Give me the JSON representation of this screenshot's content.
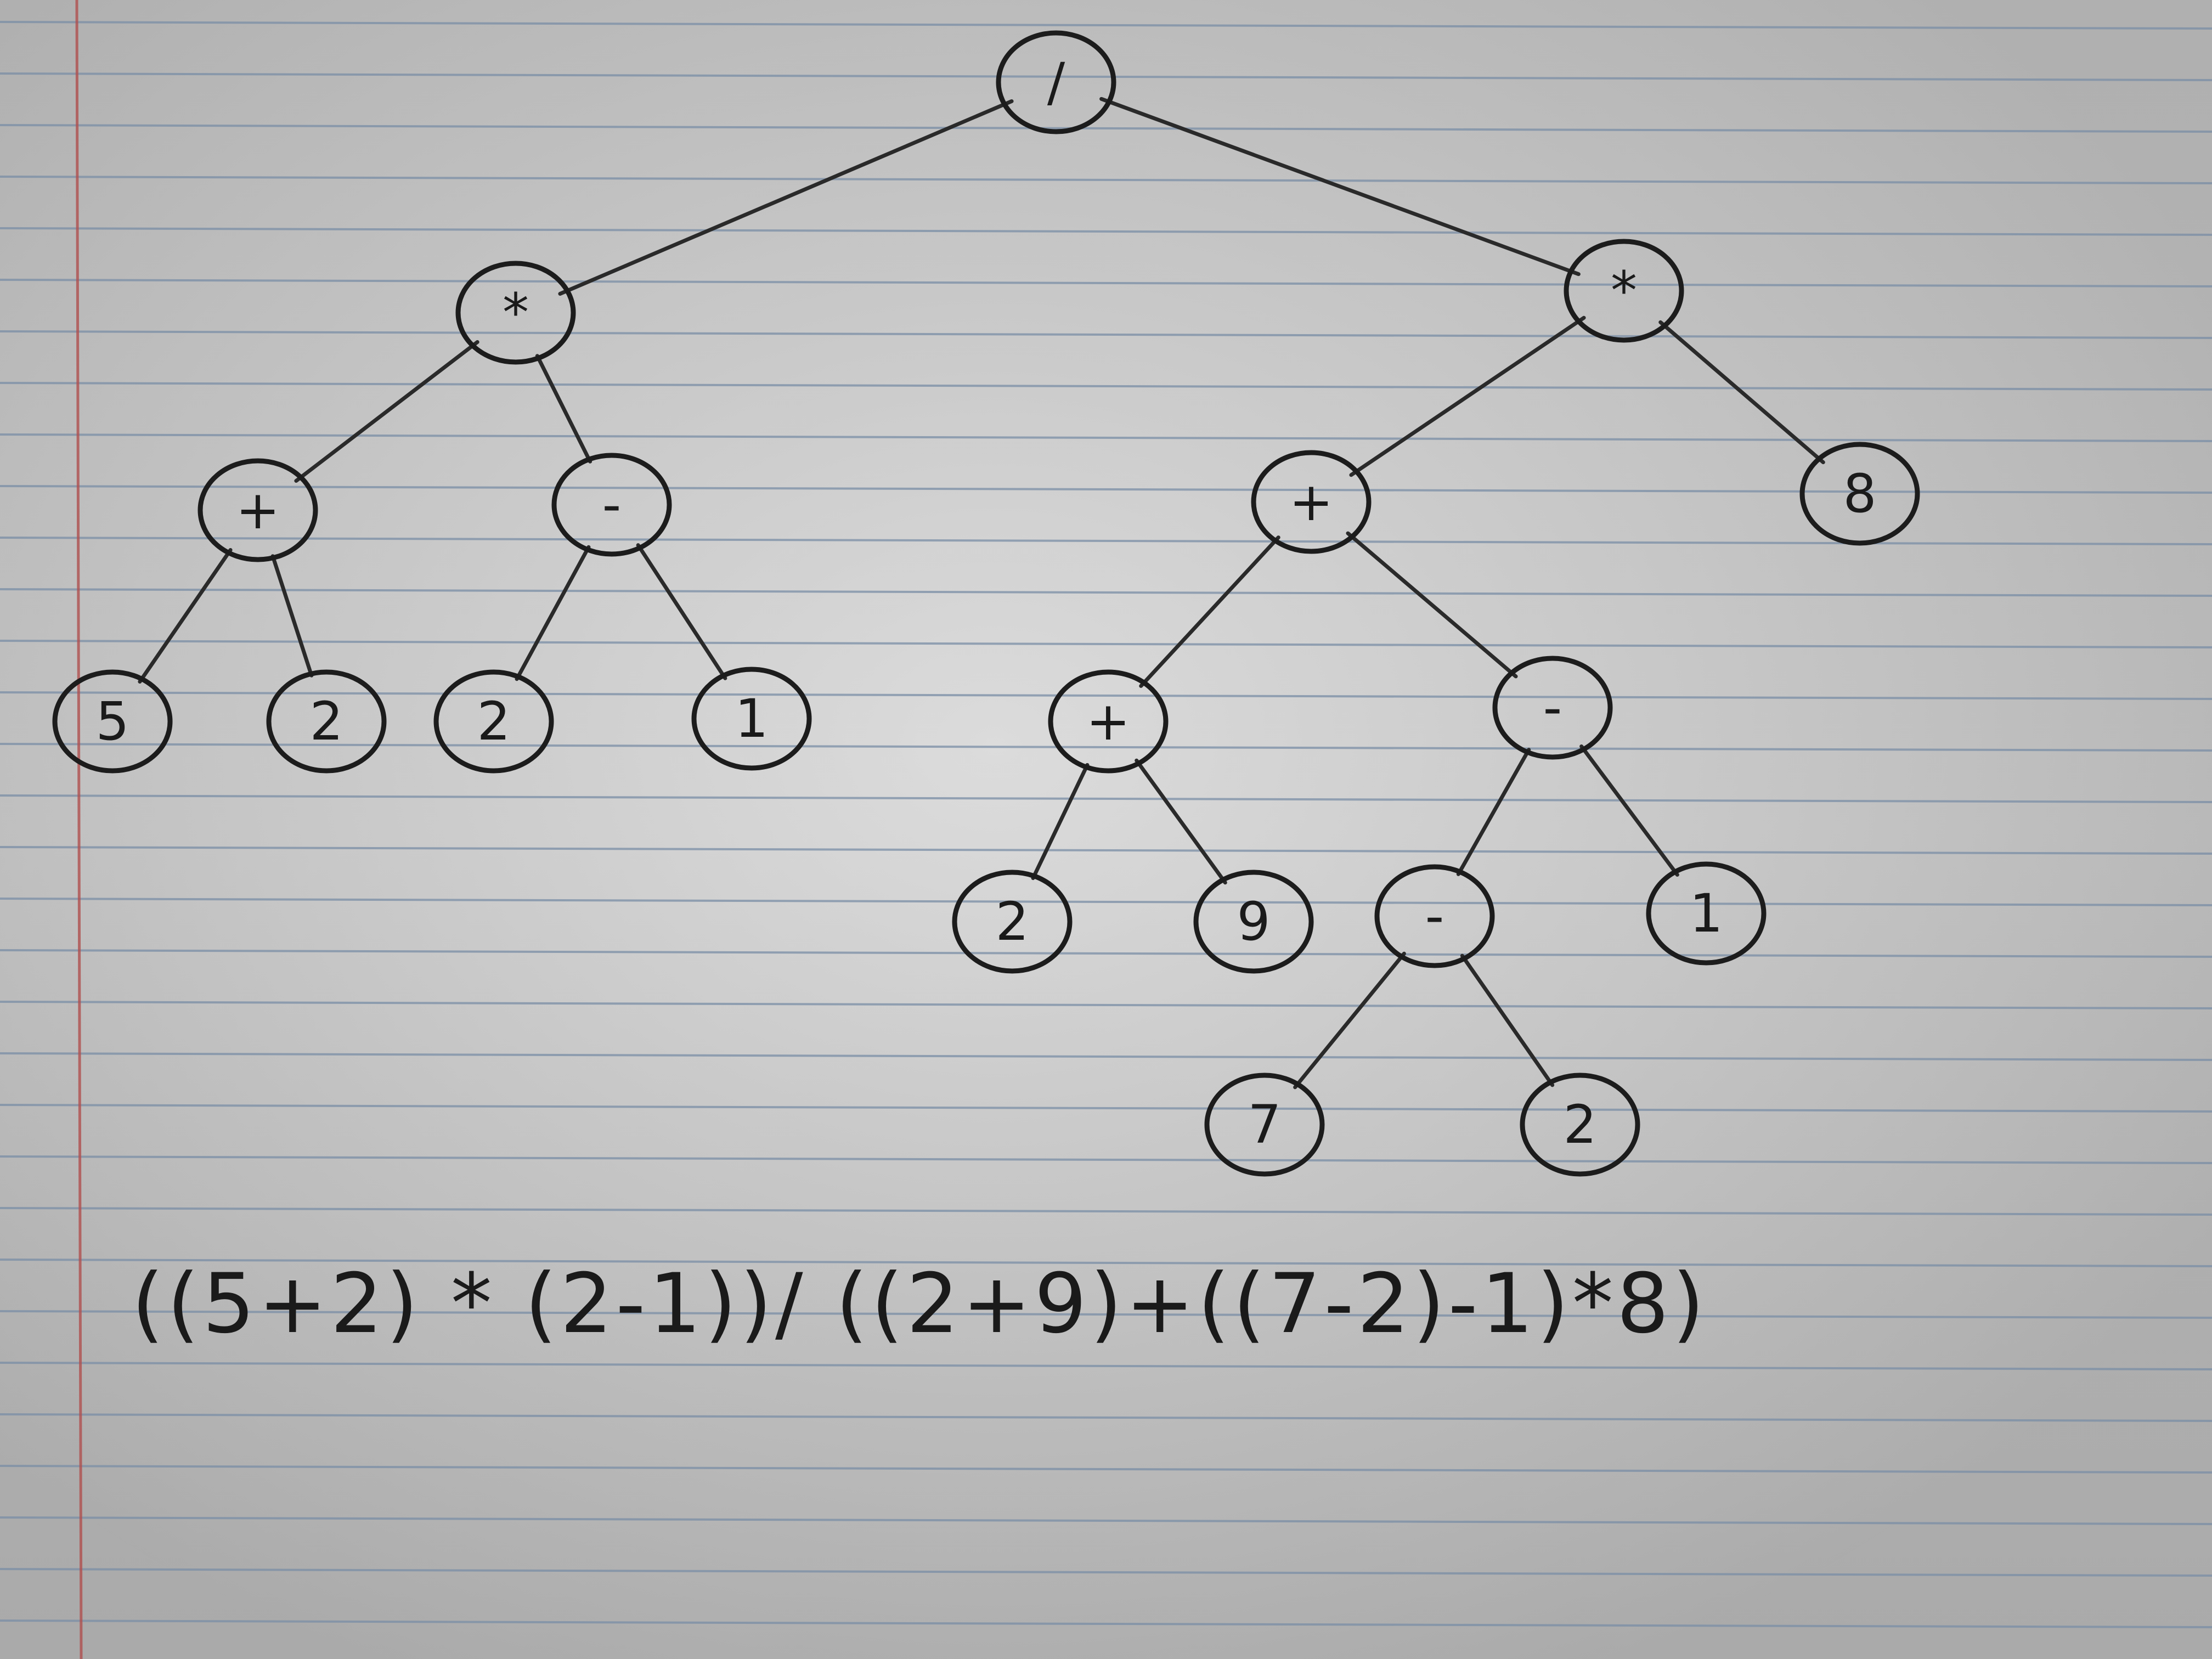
{
  "expression": "((5+2) * (2-1))/ ((2+9)+((7-2)-1)*8)",
  "tree": {
    "nodes": [
      {
        "id": "root",
        "label": "/"
      },
      {
        "id": "l",
        "label": "*"
      },
      {
        "id": "l1",
        "label": "+"
      },
      {
        "id": "l1a",
        "label": "5"
      },
      {
        "id": "l1b",
        "label": "2"
      },
      {
        "id": "l2",
        "label": "-"
      },
      {
        "id": "l2a",
        "label": "2"
      },
      {
        "id": "l2b",
        "label": "1"
      },
      {
        "id": "r",
        "label": "*"
      },
      {
        "id": "r1",
        "label": "+"
      },
      {
        "id": "r1a",
        "label": "+"
      },
      {
        "id": "r1a1",
        "label": "2"
      },
      {
        "id": "r1a2",
        "label": "9"
      },
      {
        "id": "r1b",
        "label": "-"
      },
      {
        "id": "r1b1",
        "label": "-"
      },
      {
        "id": "r1b1a",
        "label": "7"
      },
      {
        "id": "r1b1b",
        "label": "2"
      },
      {
        "id": "r1b2",
        "label": "1"
      },
      {
        "id": "r2",
        "label": "8"
      }
    ],
    "edges": [
      [
        "root",
        "l"
      ],
      [
        "root",
        "r"
      ],
      [
        "l",
        "l1"
      ],
      [
        "l",
        "l2"
      ],
      [
        "l1",
        "l1a"
      ],
      [
        "l1",
        "l1b"
      ],
      [
        "l2",
        "l2a"
      ],
      [
        "l2",
        "l2b"
      ],
      [
        "r",
        "r1"
      ],
      [
        "r",
        "r2"
      ],
      [
        "r1",
        "r1a"
      ],
      [
        "r1",
        "r1b"
      ],
      [
        "r1a",
        "r1a1"
      ],
      [
        "r1a",
        "r1a2"
      ],
      [
        "r1b",
        "r1b1"
      ],
      [
        "r1b",
        "r1b2"
      ],
      [
        "r1b1",
        "r1b1a"
      ],
      [
        "r1b1",
        "r1b1b"
      ]
    ]
  }
}
